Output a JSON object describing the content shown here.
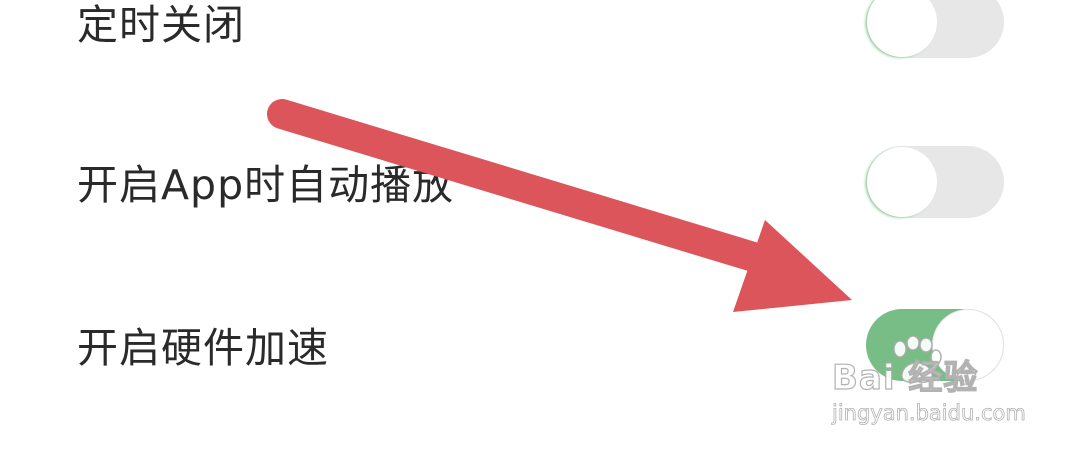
{
  "settings": {
    "items": [
      {
        "label": "定时关闭",
        "enabled": false
      },
      {
        "label": "开启App时自动播放",
        "enabled": false
      },
      {
        "label": "开启硬件加速",
        "enabled": true
      }
    ]
  },
  "watermark": {
    "logo_text": "Bai 经验",
    "url": "jingyan.baidu.com"
  },
  "colors": {
    "toggle_on": "#77bd85",
    "toggle_off": "#e7e7e7",
    "annotation_arrow": "#db555a",
    "label_text": "#2a2a2a"
  },
  "icons": {
    "annotation": "red-arrow-icon",
    "watermark": "baidu-paw-icon"
  }
}
